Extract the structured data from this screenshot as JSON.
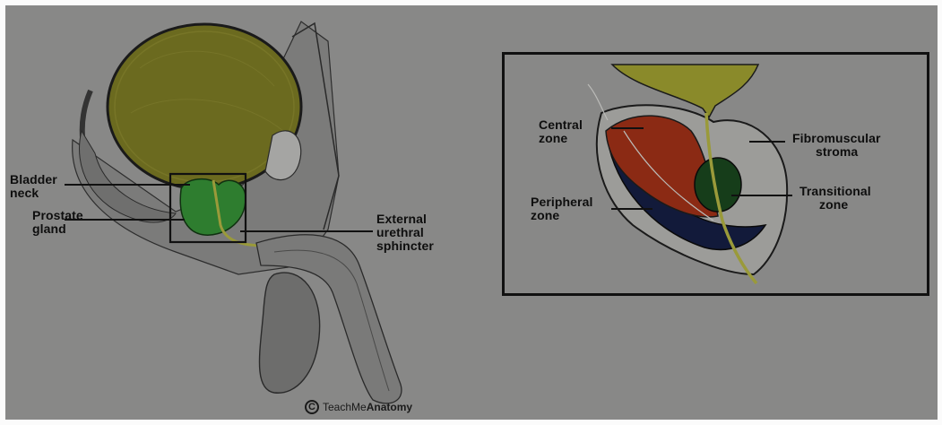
{
  "left_labels": {
    "bladder_neck": [
      "Bladder",
      "neck"
    ],
    "prostate_gland": [
      "Prostate",
      "gland"
    ],
    "external_urethral_sphincter": [
      "External",
      "urethral",
      "sphincter"
    ]
  },
  "inset_labels": {
    "central_zone": [
      "Central",
      "zone"
    ],
    "peripheral_zone": [
      "Peripheral",
      "zone"
    ],
    "fibromuscular_stroma": [
      "Fibromuscular",
      "stroma"
    ],
    "transitional_zone": [
      "Transitional",
      "zone"
    ]
  },
  "watermark": {
    "symbol": "C",
    "name_plain": "TeachMe",
    "name_bold": "Anatomy"
  },
  "colors": {
    "background": "#888887",
    "bladder": "#6b6a1f",
    "prostate": "#2e7d2f",
    "central_zone": "#8b2a14",
    "peripheral_zone": "#121a3a",
    "transitional_zone": "#163d1a",
    "stroma": "#9c9c99",
    "urethra": "#9a9a3a"
  }
}
